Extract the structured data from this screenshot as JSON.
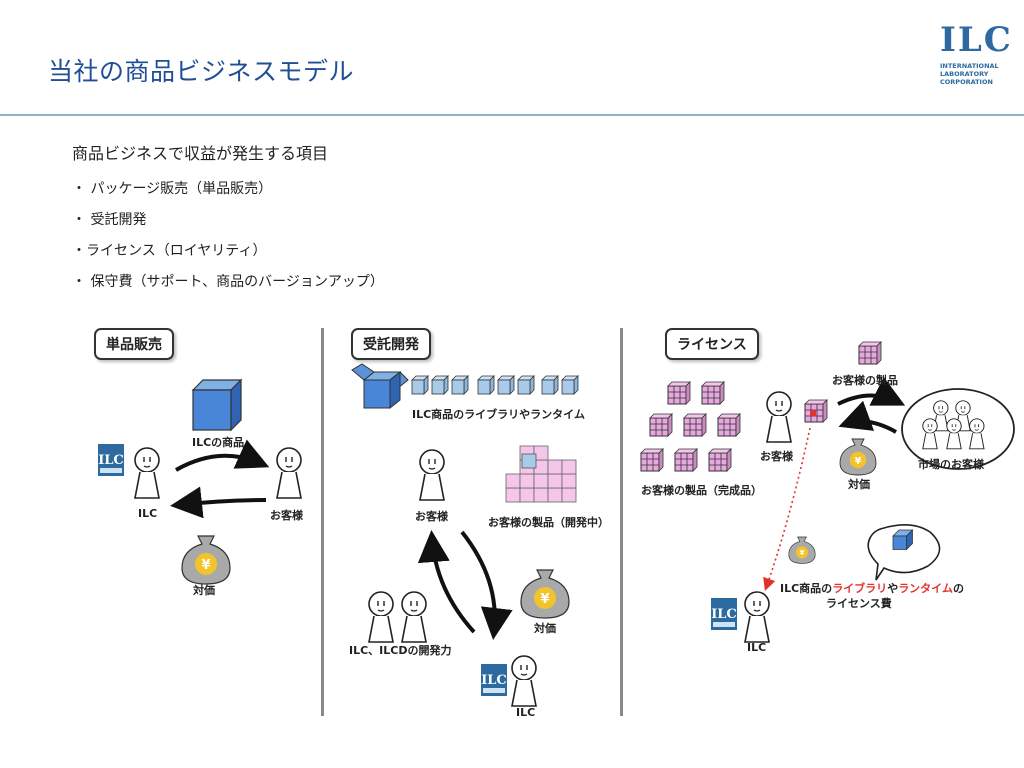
{
  "slide": {
    "title": "当社の商品ビジネスモデル",
    "logo": {
      "mark": "ILC",
      "line1": "INTERNATIONAL",
      "line2": "LABORATORY",
      "line3": "CORPORATION"
    }
  },
  "intro": "商品ビジネスで収益が発生する項目",
  "bullets": [
    "・ パッケージ販売（単品販売）",
    "・ 受託開発",
    "・ライセンス（ロイヤリティ）",
    "・ 保守費（サポート、商品のバージョンアップ）"
  ],
  "panels": {
    "single": {
      "label": "単品販売",
      "product": "ILCの商品",
      "ilc": "ILC",
      "customer": "お客様",
      "payment": "対価"
    },
    "contract": {
      "label": "受託開発",
      "library": "ILC商品のライブラリやランタイム",
      "customer": "お客様",
      "product_dev": "お客様の製品（開発中）",
      "devpower": "ILC、ILCDの開発力",
      "payment": "対価",
      "ilc": "ILC"
    },
    "license": {
      "label": "ライセンス",
      "customer_product": "お客様の製品",
      "finished": "お客様の製品（完成品）",
      "customer": "お客様",
      "market": "市場のお客様",
      "payment": "対価",
      "fee_prefix": "ILC商品の",
      "fee_library": "ライブラリ",
      "fee_ya": "や",
      "fee_runtime": "ランタイム",
      "fee_no": "の",
      "fee_line2": "ライセンス費",
      "ilc": "ILC"
    }
  },
  "colors": {
    "title": "#1f4f96",
    "accent_red": "#e0332e",
    "box_blue": "#4a86d8",
    "block_pink": "#f3c6ea",
    "grid_pink": "#e8a7e0"
  }
}
